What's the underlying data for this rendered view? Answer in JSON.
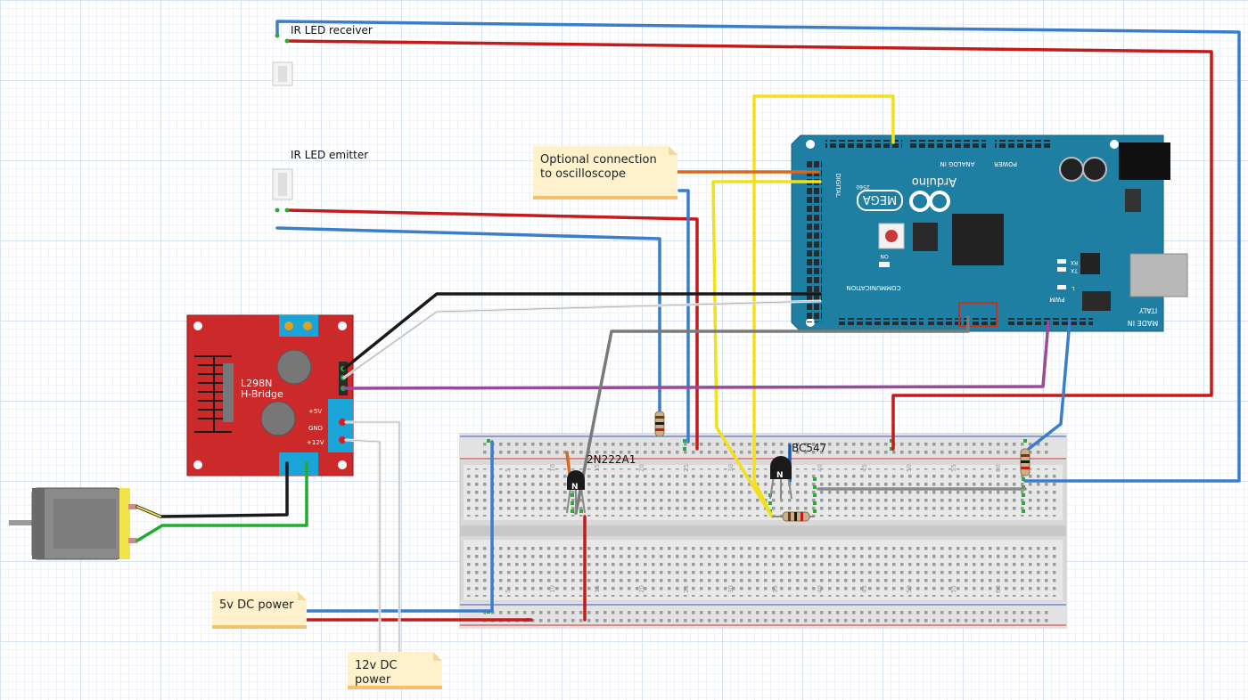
{
  "labels": {
    "ir_receiver": "IR LED receiver",
    "ir_emitter": "IR LED emitter",
    "transistor_1": "2N222A1",
    "transistor_2": "BC547"
  },
  "notes": {
    "oscilloscope": "Optional connection to oscilloscope",
    "power_5v": "5v DC power",
    "power_12v": "12v DC power"
  },
  "hbridge": {
    "title_line1": "L298N",
    "title_line2": "H-Bridge",
    "pin_5v": "+5V",
    "pin_gnd": "GND",
    "pin_12v": "+12V"
  },
  "arduino": {
    "brand": "Arduino",
    "model": "MEGA",
    "year": "2560",
    "analog_in": "ANALOG IN",
    "power": "POWER",
    "digital": "DIGITAL",
    "communication": "COMMUNICATION",
    "pwm": "PWM",
    "made_in": "MADE IN",
    "italy": "ITALY",
    "on": "ON",
    "rx": "RX",
    "tx": "TX",
    "l": "L"
  },
  "breadboard": {
    "column_numbers": [
      "5",
      "10",
      "15",
      "20",
      "25",
      "30",
      "35",
      "40",
      "45",
      "50",
      "55",
      "60"
    ]
  },
  "colors": {
    "wire_red": "#c41a1a",
    "wire_blue": "#3a7ecb",
    "wire_yellow": "#f2e01a",
    "wire_black": "#1a1a1a",
    "wire_white": "#e8e8e8",
    "wire_gray": "#7a7a7a",
    "wire_orange": "#d9681e",
    "wire_purple": "#9b4a9b",
    "wire_green": "#1fae2c",
    "arduino_blue": "#1e7fa3",
    "hbridge_red": "#cc2a2a",
    "motor_yellow": "#f2e34a"
  }
}
